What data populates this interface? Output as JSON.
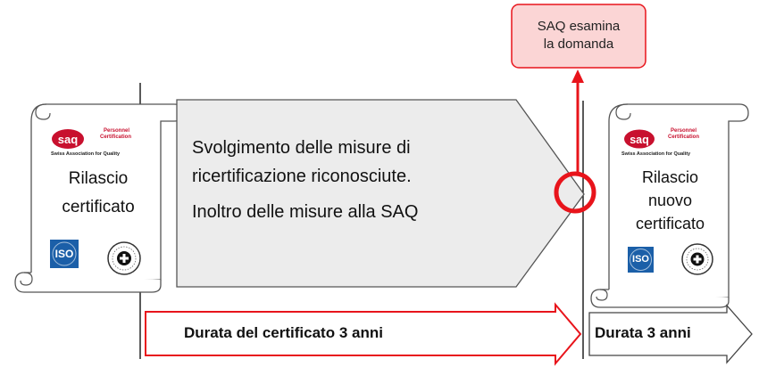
{
  "left_certificate": {
    "logo": {
      "mark": "saq",
      "label_1": "Personnel",
      "label_2": "Certification",
      "tagline": "Swiss Association for Quality"
    },
    "text": [
      "Rilascio",
      "certificato"
    ],
    "badges": [
      "iso-badge-icon",
      "accreditation-seal-icon"
    ]
  },
  "right_certificate": {
    "logo": {
      "mark": "saq",
      "label_1": "Personnel",
      "label_2": "Certification",
      "tagline": "Swiss Association for Quality"
    },
    "text": [
      "Rilascio",
      "nuovo",
      "certificato"
    ],
    "badges": [
      "iso-badge-icon",
      "accreditation-seal-icon"
    ]
  },
  "process": {
    "lines": [
      "Svolgimento delle misure di",
      "ricertificazione riconosciute.",
      "Inoltro delle misure alla SAQ"
    ]
  },
  "callout": {
    "lines": [
      "SAQ esamina",
      "la domanda"
    ]
  },
  "duration_arrows": {
    "current": "Durata del certificato 3 anni",
    "next": "Durata 3 anni"
  },
  "colors": {
    "highlight_red": "#e8141b",
    "callout_fill": "#fbd5d5",
    "pentagon_fill": "#ececec",
    "saq_red": "#c8102e",
    "iso_blue": "#1b5fa8"
  }
}
